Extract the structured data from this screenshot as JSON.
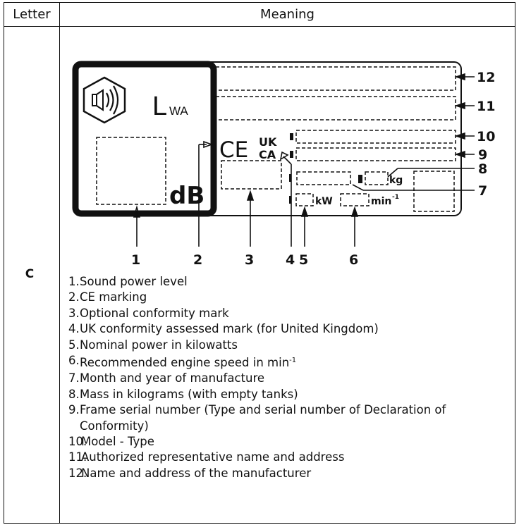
{
  "table": {
    "header_letter": "Letter",
    "header_meaning": "Meaning",
    "row_letter": "C"
  },
  "figure": {
    "lwa_text": "L",
    "lwa_sub": "WA",
    "db_text": "dB",
    "ce_text": "CE",
    "ukca_line1": "UK",
    "ukca_line2": "CA",
    "kg_text": "kg",
    "kw_text": "kW",
    "min_text": "min",
    "min_sup": "-1",
    "numbers": [
      "1",
      "2",
      "3",
      "4",
      "5",
      "6",
      "7",
      "8",
      "9",
      "10",
      "11",
      "12"
    ]
  },
  "captions": [
    {
      "num": "1.",
      "text": "Sound power level"
    },
    {
      "num": "2.",
      "text": "CE marking"
    },
    {
      "num": "3.",
      "text": "Optional conformity mark"
    },
    {
      "num": "4.",
      "text": "UK conformity assessed mark (for United Kingdom)"
    },
    {
      "num": "5.",
      "text": "Nominal power in kilowatts"
    },
    {
      "num": "6.",
      "text": "Recommended engine speed in min",
      "sup": "-1"
    },
    {
      "num": "7.",
      "text": "Month and year of manufacture"
    },
    {
      "num": "8.",
      "text": "Mass in kilograms (with empty tanks)"
    },
    {
      "num": "9.",
      "text": "Frame serial number (Type and serial number of Declaration of Conformity)"
    },
    {
      "num": "10.",
      "text": "Model - Type"
    },
    {
      "num": "11.",
      "text": "Authorized representative name and address"
    },
    {
      "num": "12.",
      "text": "Name and address of the manufacturer"
    }
  ]
}
